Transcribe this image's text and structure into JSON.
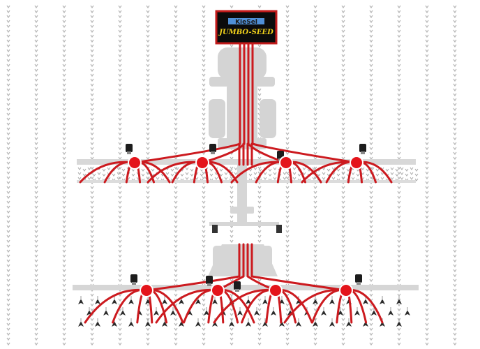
{
  "controller": {
    "brand": "KieSel",
    "model": "JUMBO-SEED"
  },
  "colors": {
    "background": "#ffffff",
    "hose": "#cc1a1f",
    "distributor": "#e4141b",
    "frame": "#d2d2d2",
    "seed_row": "#b7b7b7",
    "controller_border": "#c01a1a",
    "controller_screen": "#0b0b0b",
    "brand_bar": "#4f8fd6",
    "model_text": "#f2d21b"
  },
  "icons": [
    "seed-row-pattern",
    "distributor-head-icon",
    "fan-motor-icon",
    "tine-icon"
  ]
}
